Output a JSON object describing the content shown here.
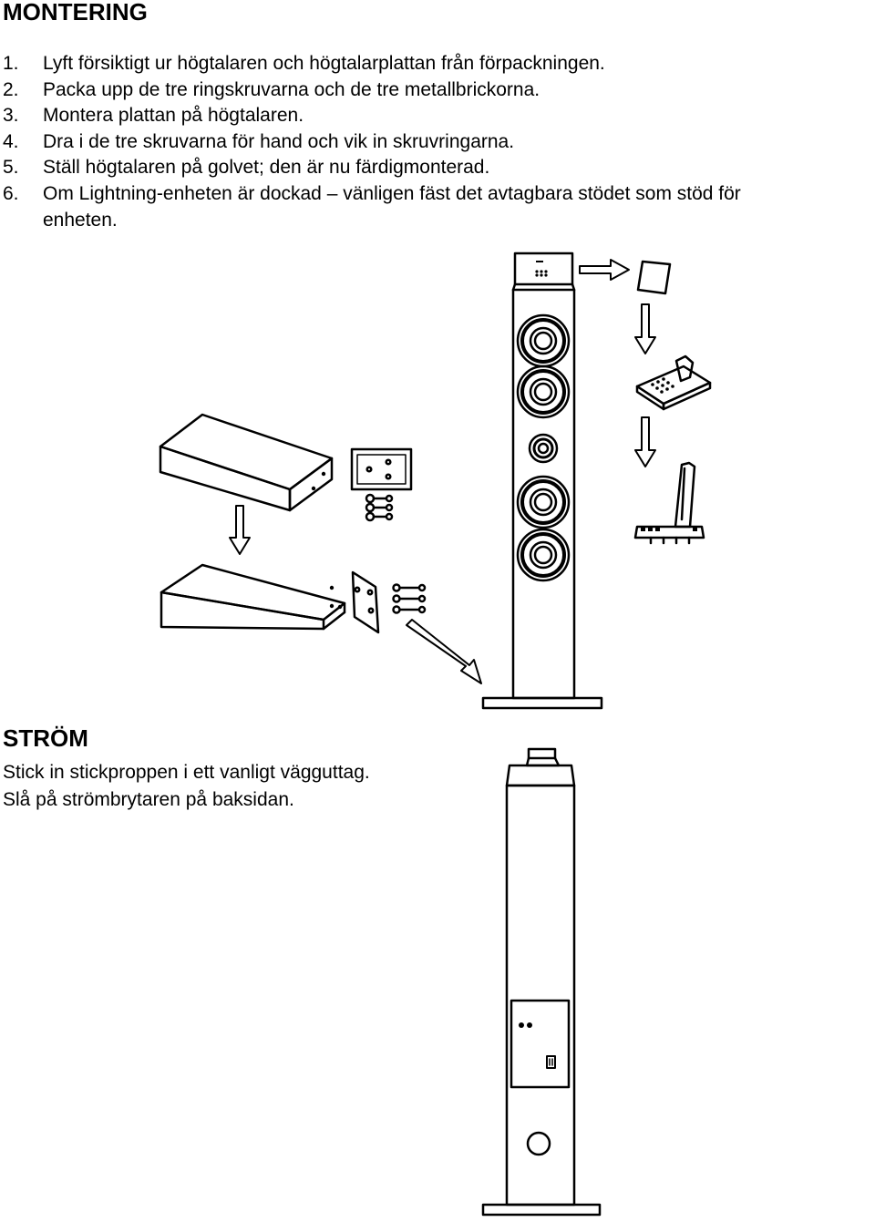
{
  "montering": {
    "heading": "MONTERING",
    "steps": [
      {
        "num": "1.",
        "text": "Lyft försiktigt ur högtalaren och högtalarplattan från förpackningen."
      },
      {
        "num": "2.",
        "text": "Packa upp de tre ringskruvarna och de tre metallbrickorna."
      },
      {
        "num": "3.",
        "text": "Montera plattan på högtalaren."
      },
      {
        "num": "4.",
        "text": "Dra i de tre skruvarna för hand och vik in skruvringarna."
      },
      {
        "num": "5.",
        "text": "Ställ högtalaren på golvet; den är nu färdigmonterad."
      },
      {
        "num": "6.",
        "text": "Om Lightning-enheten är dockad – vänligen fäst det avtagbara stödet som stöd för"
      },
      {
        "num": "",
        "text": "enheten."
      }
    ]
  },
  "strom": {
    "heading": "STRÖM",
    "line1": "Stick in stickproppen i ett vanligt vägguttag.",
    "line2": "Slå på strömbrytaren på baksidan."
  }
}
